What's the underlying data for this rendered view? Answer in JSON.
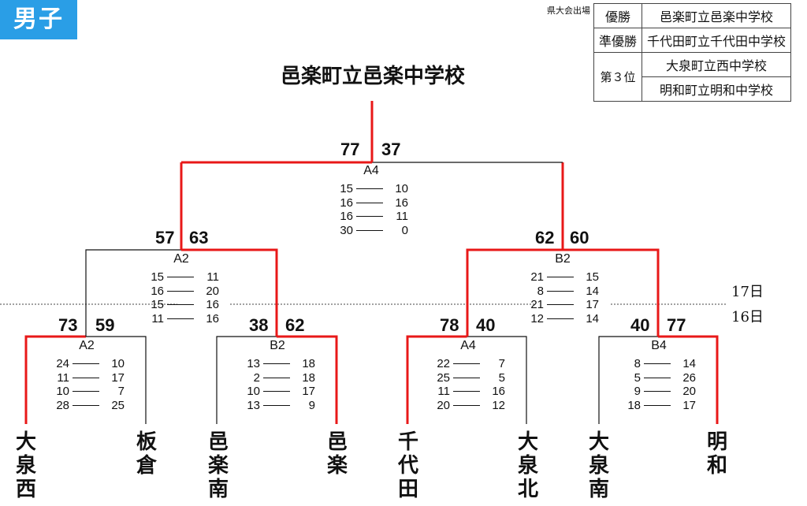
{
  "division": "男子",
  "results": {
    "header": "県大会出場",
    "winner_label": "優勝",
    "winner": "邑楽町立邑楽中学校",
    "runner_up_label": "準優勝",
    "runner_up": "千代田町立千代田中学校",
    "third_label": "第３位",
    "third_1": "大泉町立西中学校",
    "third_2": "明和町立明和中学校"
  },
  "champion": "邑楽町立邑楽中学校",
  "days": {
    "upper": "17日",
    "lower": "16日"
  },
  "teams": [
    {
      "name": "大泉西",
      "chars": [
        "大",
        "泉",
        "西"
      ]
    },
    {
      "name": "板倉",
      "chars": [
        "板",
        "",
        "倉"
      ]
    },
    {
      "name": "邑楽南",
      "chars": [
        "邑",
        "楽",
        "南"
      ]
    },
    {
      "name": "邑楽",
      "chars": [
        "邑",
        "",
        "楽"
      ]
    },
    {
      "name": "千代田",
      "chars": [
        "千",
        "代",
        "田"
      ]
    },
    {
      "name": "大泉北",
      "chars": [
        "大",
        "泉",
        "北"
      ]
    },
    {
      "name": "大泉南",
      "chars": [
        "大",
        "泉",
        "南"
      ]
    },
    {
      "name": "明和",
      "chars": [
        "明",
        "",
        "和"
      ]
    }
  ],
  "matches": [
    {
      "id": "r1m1",
      "label": "A2",
      "left": "73",
      "right": "59",
      "sets": [
        [
          "24",
          "10"
        ],
        [
          "11",
          "17"
        ],
        [
          "10",
          "7"
        ],
        [
          "28",
          "25"
        ]
      ]
    },
    {
      "id": "r1m2",
      "label": "B2",
      "left": "38",
      "right": "62",
      "sets": [
        [
          "13",
          "18"
        ],
        [
          "2",
          "18"
        ],
        [
          "10",
          "17"
        ],
        [
          "13",
          "9"
        ]
      ]
    },
    {
      "id": "r1m3",
      "label": "A4",
      "left": "78",
      "right": "40",
      "sets": [
        [
          "22",
          "7"
        ],
        [
          "25",
          "5"
        ],
        [
          "11",
          "16"
        ],
        [
          "20",
          "12"
        ]
      ]
    },
    {
      "id": "r1m4",
      "label": "B4",
      "left": "40",
      "right": "77",
      "sets": [
        [
          "8",
          "14"
        ],
        [
          "5",
          "26"
        ],
        [
          "9",
          "20"
        ],
        [
          "18",
          "17"
        ]
      ]
    },
    {
      "id": "sf1",
      "label": "A2",
      "left": "57",
      "right": "63",
      "sets": [
        [
          "15",
          "11"
        ],
        [
          "16",
          "20"
        ],
        [
          "15",
          "16"
        ],
        [
          "11",
          "16"
        ]
      ]
    },
    {
      "id": "sf2",
      "label": "B2",
      "left": "62",
      "right": "60",
      "sets": [
        [
          "21",
          "15"
        ],
        [
          "8",
          "14"
        ],
        [
          "21",
          "17"
        ],
        [
          "12",
          "14"
        ]
      ]
    },
    {
      "id": "final",
      "label": "A4",
      "left": "77",
      "right": "37",
      "sets": [
        [
          "15",
          "10"
        ],
        [
          "16",
          "16"
        ],
        [
          "16",
          "11"
        ],
        [
          "30",
          "0"
        ]
      ]
    }
  ],
  "colors": {
    "badge": "#2a9ee6",
    "winner_line": "#e81818",
    "line": "#111111"
  }
}
